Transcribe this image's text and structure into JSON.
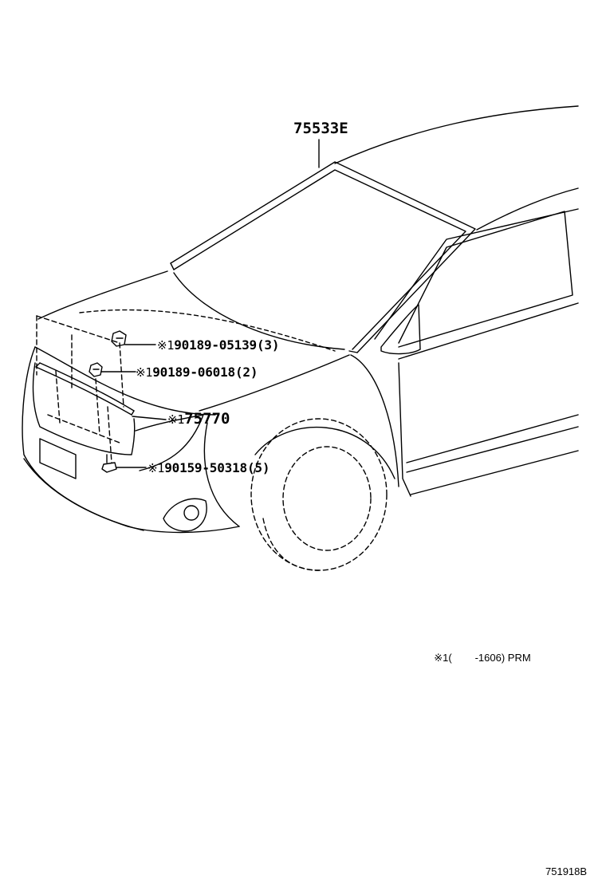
{
  "callouts": {
    "windshield_molding": "75533E",
    "clip_a": {
      "prefix": "※1",
      "part": "90189-05139",
      "qty": "(3)"
    },
    "clip_b": {
      "prefix": "※1",
      "part": "90189-06018",
      "qty": "(2)"
    },
    "grille_molding": {
      "prefix": "※1",
      "part": "75770"
    },
    "screw": {
      "prefix": "※1",
      "part": "90159-50318",
      "qty": "(5)"
    }
  },
  "footnote": {
    "marker": "※1",
    "range": "(        -1606)",
    "code": "PRM"
  },
  "drawing_id": "751918B",
  "colors": {
    "line": "#000000",
    "background": "#ffffff"
  }
}
